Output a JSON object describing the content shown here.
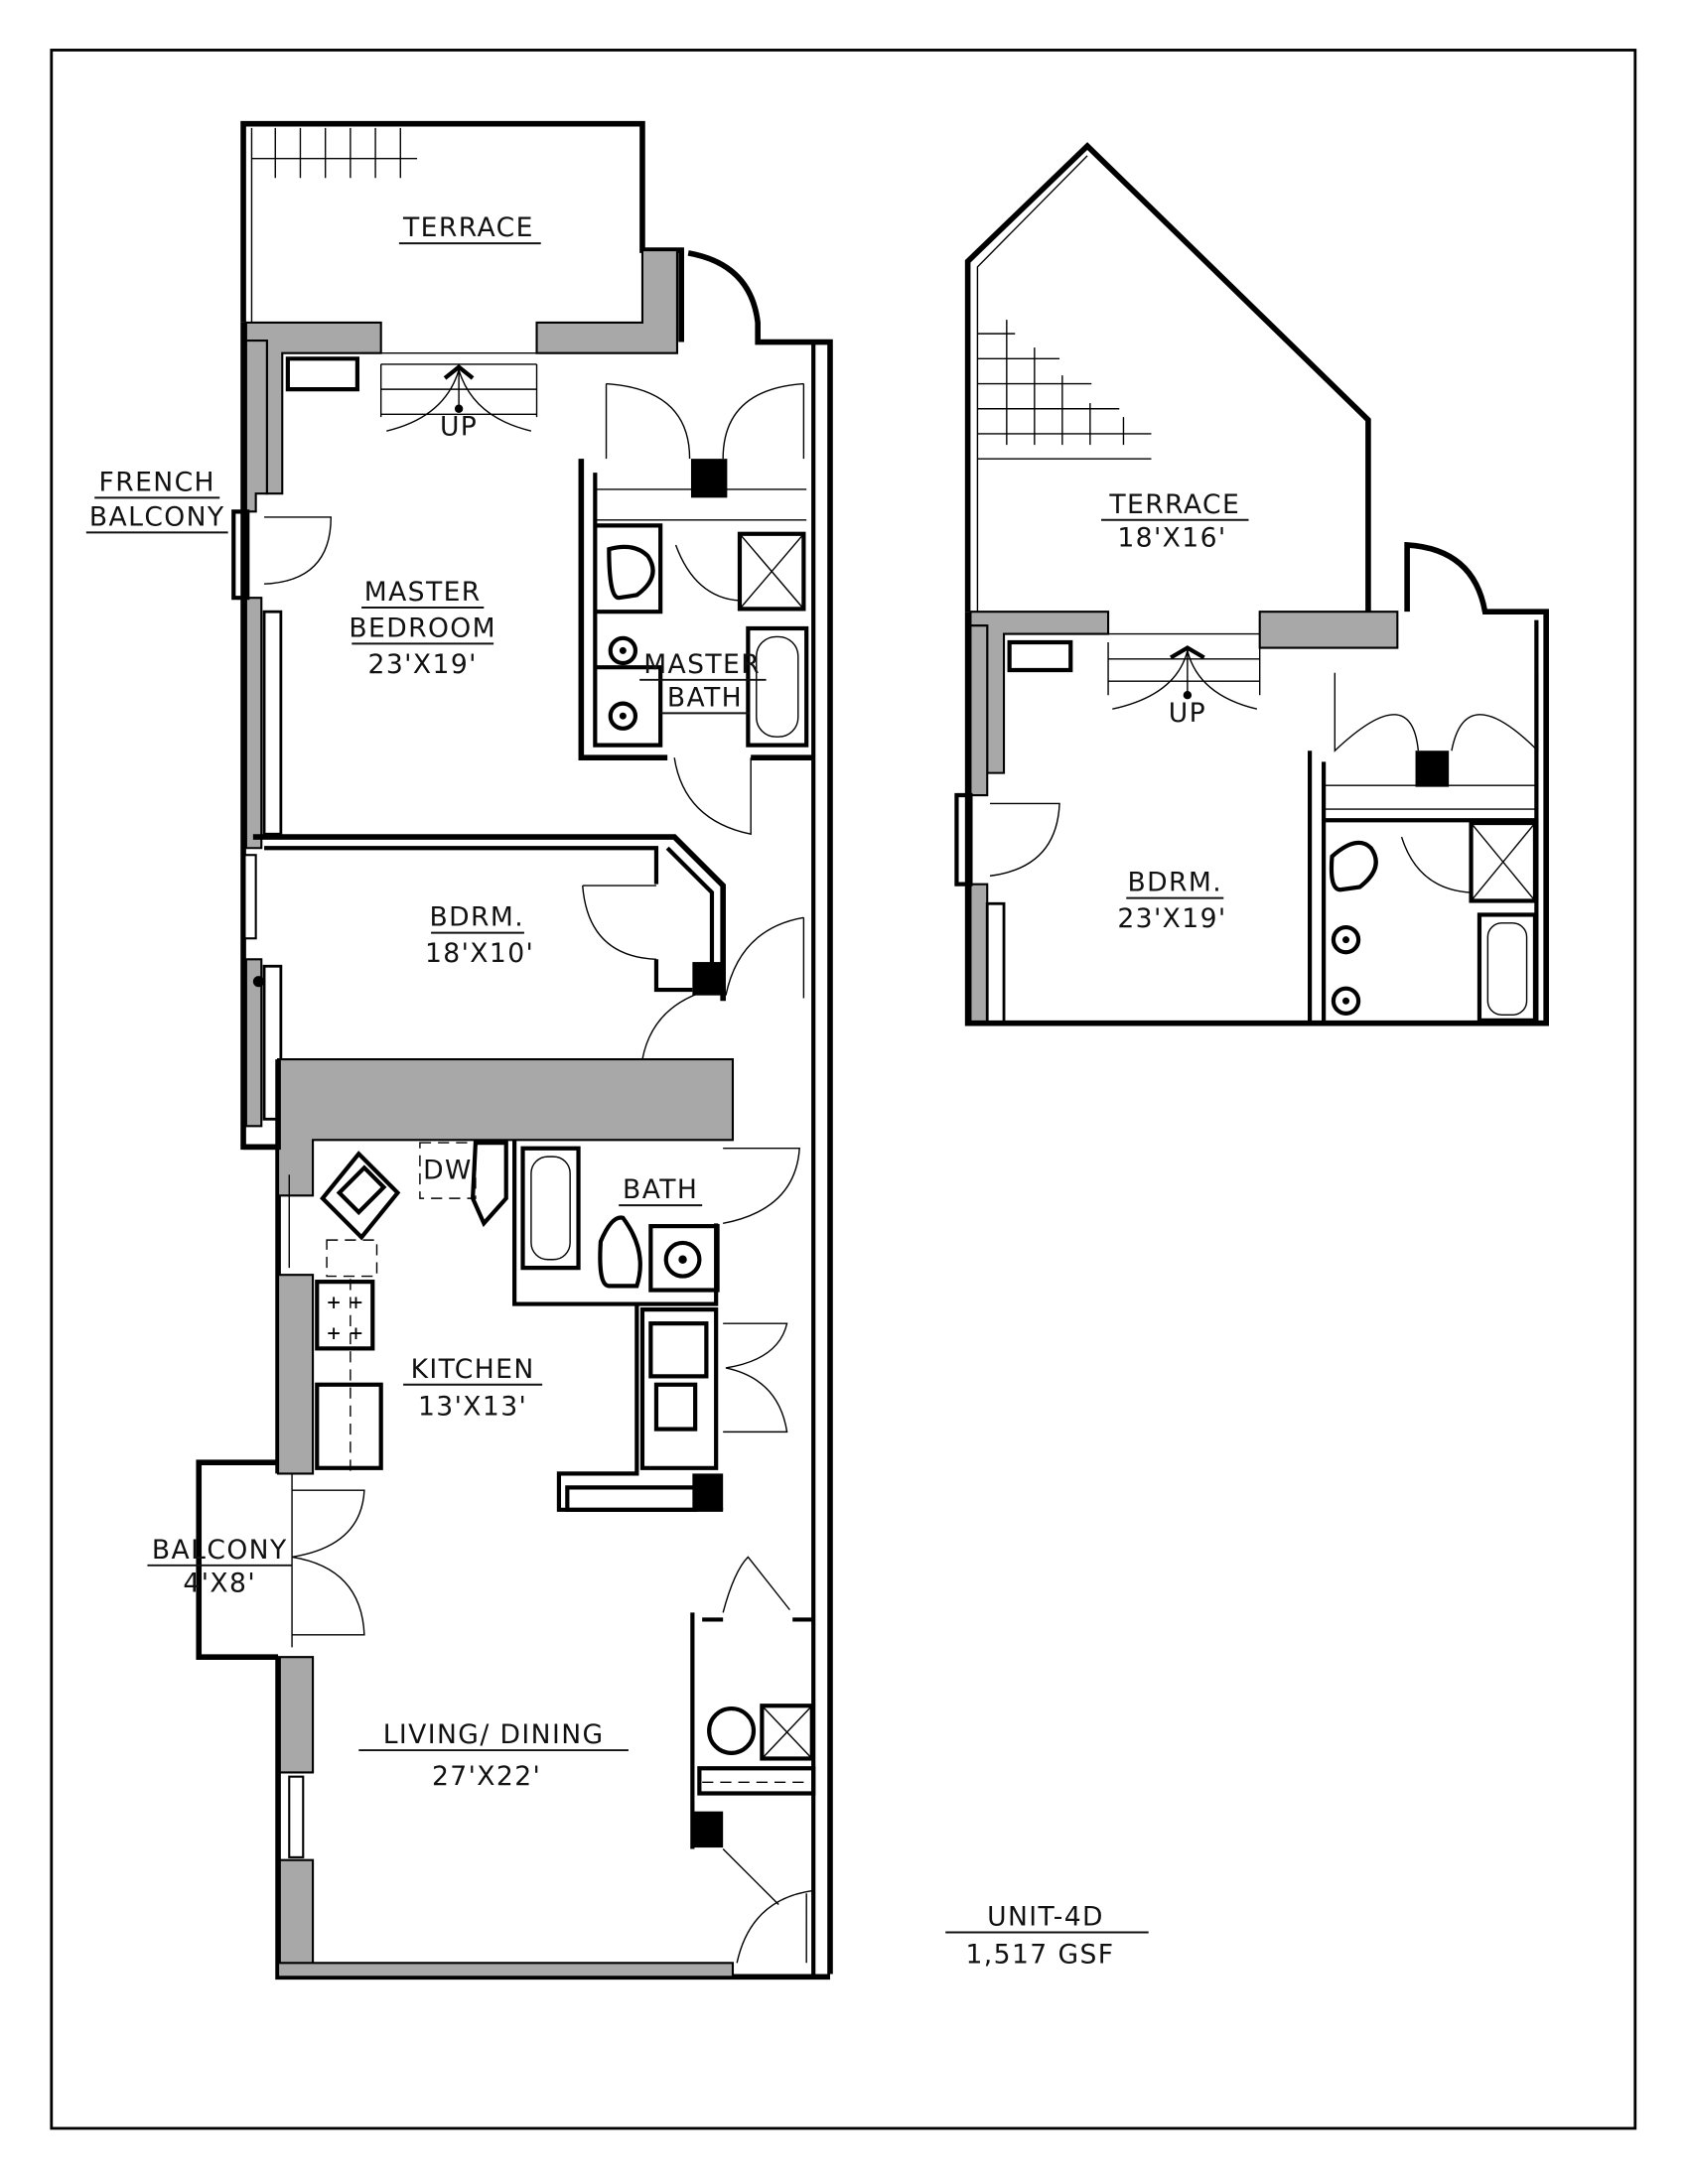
{
  "plan": {
    "unit_title": "UNIT-4D",
    "area": "1,517 GSF",
    "lower_level": {
      "rooms": [
        {
          "name": "TERRACE",
          "size": ""
        },
        {
          "name": "MASTER BEDROOM",
          "line1": "MASTER",
          "line2": "BEDROOM",
          "size": "23'X19'"
        },
        {
          "name": "MASTER BATH",
          "line1": "MASTER",
          "line2": "BATH"
        },
        {
          "name": "BDRM.",
          "size": "18'X10'"
        },
        {
          "name": "BATH"
        },
        {
          "name": "KITCHEN",
          "size": "13'X13'"
        },
        {
          "name": "LIVING/ DINING",
          "size": "27'X22'"
        }
      ],
      "exterior_labels": [
        {
          "line1": "FRENCH",
          "line2": "BALCONY"
        },
        {
          "line1": "BALCONY",
          "line2": "4'X8'"
        }
      ],
      "fixtures": {
        "dishwasher": "DW",
        "stair": "UP"
      }
    },
    "upper_level": {
      "rooms": [
        {
          "name": "TERRACE",
          "size": "18'X16'"
        },
        {
          "name": "BDRM.",
          "size": "23'X19'"
        }
      ],
      "fixtures": {
        "stair": "UP"
      }
    }
  }
}
